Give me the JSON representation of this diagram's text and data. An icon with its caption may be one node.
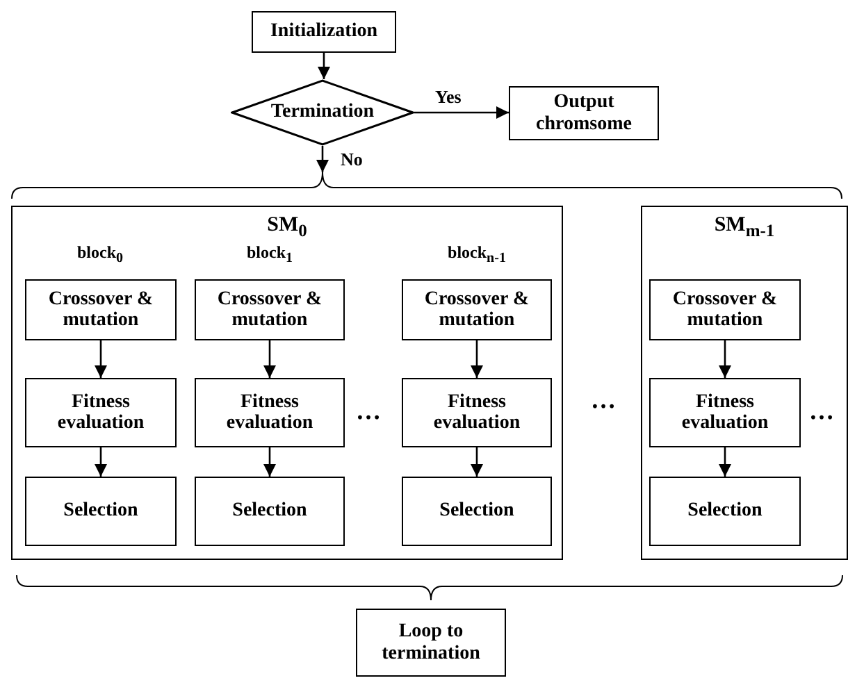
{
  "diagram": {
    "nodes": [
      {
        "text": [
          "Initialization"
        ]
      },
      {
        "text": [
          "Termination"
        ]
      },
      {
        "text": [
          "Output chromsome"
        ]
      },
      {
        "text": [
          "SM$_{0}$"
        ]
      },
      {
        "text": [
          "Crossover & mutation"
        ],
        "in": 3
      },
      {
        "text": [
          "Fitness evaluation"
        ],
        "in": 3
      },
      {
        "text": [
          "Selection"
        ],
        "in": 3
      },
      {
        "text": [
          "Crossover & mutation"
        ],
        "in": 3
      },
      {
        "text": [
          "Fitness evaluation"
        ],
        "in": 3
      },
      {
        "text": [
          "Selection"
        ],
        "in": 3
      },
      {
        "text": [
          "Crossover & mutation"
        ],
        "in": 3
      },
      {
        "text": [
          "Fitness evaluation"
        ],
        "in": 3
      },
      {
        "text": [
          "Selection"
        ],
        "in": 3
      },
      {
        "text": [
          "SM$_{m-1}$"
        ]
      },
      {
        "text": [
          "Crossover & mutation"
        ],
        "in": 13
      },
      {
        "text": [
          "Fitness evaluation"
        ],
        "in": 13
      },
      {
        "text": [
          "Selection"
        ],
        "in": 13
      },
      {
        "text": [
          "Loop to termination"
        ]
      },
      {
        "text": [],
        "shape": "brace"
      }
    ],
    "edges": [
      {
        "from": 0,
        "to": 1,
        "arrow": "to"
      },
      {
        "from": 1,
        "to": 2,
        "arrow": "to",
        "label": "Yes"
      },
      {
        "from": 1,
        "to": 18,
        "arrow": "to",
        "label": "No"
      },
      {
        "from": 4,
        "to": 5,
        "arrow": "to"
      },
      {
        "from": 5,
        "to": 6,
        "arrow": "to"
      },
      {
        "from": 7,
        "to": 8,
        "arrow": "to"
      },
      {
        "from": 8,
        "to": 9,
        "arrow": "to"
      },
      {
        "from": 10,
        "to": 11,
        "arrow": "to"
      },
      {
        "from": 11,
        "to": 12,
        "arrow": "to"
      },
      {
        "from": 14,
        "to": 15,
        "arrow": "to"
      },
      {
        "from": 15,
        "to": 16,
        "arrow": "to"
      }
    ],
    "labels": [
      "block$_{0}$",
      "block$_{1}$",
      "block$_{n-1}$",
      "…",
      "…",
      "…"
    ]
  }
}
